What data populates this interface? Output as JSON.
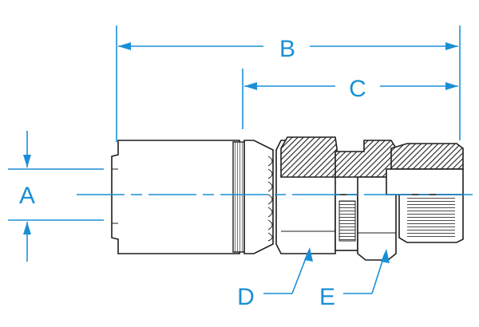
{
  "labels": {
    "a": "A",
    "b": "B",
    "c": "C",
    "d": "D",
    "e": "E"
  },
  "colors": {
    "dimension": "#1a8fd6",
    "outline": "#1e1e1e",
    "background": "#ffffff"
  }
}
